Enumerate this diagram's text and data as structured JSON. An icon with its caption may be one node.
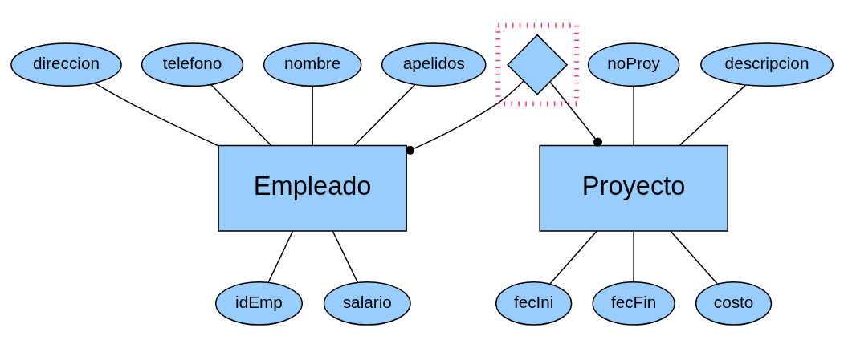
{
  "diagram": {
    "nodes": [
      {
        "text": [
          "direccion"
        ]
      },
      {
        "text": [
          "telefono"
        ]
      },
      {
        "text": [
          "noProy"
        ]
      },
      {
        "text": [
          "descripcion"
        ]
      },
      {
        "text": [
          "nombre"
        ]
      },
      {
        "text": [
          "apelidos"
        ]
      },
      {
        "text": [
          "Empleado"
        ]
      },
      {
        "text": [],
        "shape": "box"
      },
      {
        "text": [],
        "shape": "diamond",
        "in": 7
      },
      {
        "text": [
          "Proyecto"
        ]
      },
      {
        "text": [
          "idEmp"
        ]
      },
      {
        "text": [
          "salario"
        ]
      },
      {
        "text": [
          "fecIni"
        ]
      },
      {
        "text": [
          "fecFin"
        ]
      },
      {
        "text": [
          "costo"
        ]
      }
    ],
    "edges": [
      {
        "from": 0,
        "to": 6,
        "arrow": "none"
      },
      {
        "from": 1,
        "to": 6,
        "arrow": "none"
      },
      {
        "from": 4,
        "to": 6,
        "arrow": "none"
      },
      {
        "from": 5,
        "to": 6,
        "arrow": "none"
      },
      {
        "from": 6,
        "to": 10,
        "arrow": "none"
      },
      {
        "from": 6,
        "to": 11,
        "arrow": "none"
      },
      {
        "from": 2,
        "to": 9,
        "arrow": "none"
      },
      {
        "from": 3,
        "to": 9,
        "arrow": "none"
      },
      {
        "from": 9,
        "to": 12,
        "arrow": "none"
      },
      {
        "from": 9,
        "to": 13,
        "arrow": "none"
      },
      {
        "from": 9,
        "to": 14,
        "arrow": "none"
      },
      {
        "from": 8,
        "to": 6,
        "arrow": "other"
      },
      {
        "from": 8,
        "to": 9,
        "arrow": "other"
      }
    ]
  }
}
